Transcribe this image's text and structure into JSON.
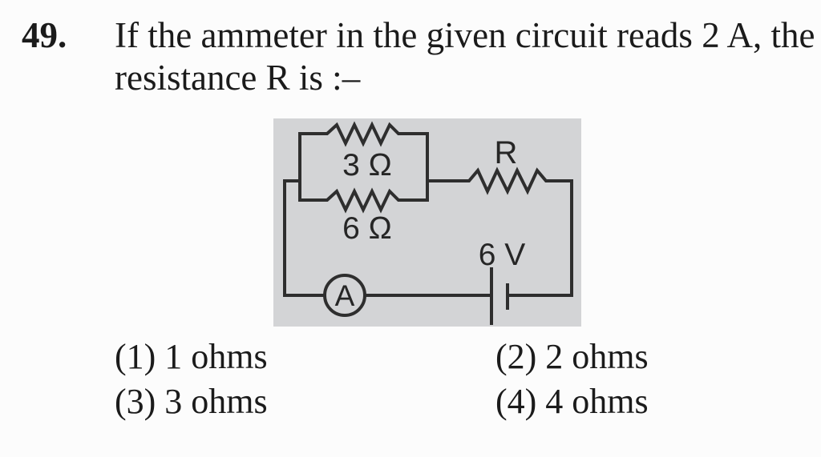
{
  "page": {
    "background": "#fcfcfc"
  },
  "question": {
    "number": "49.",
    "line1": "If the ammeter in the given circuit reads 2 A, the",
    "line2": "resistance R is :–"
  },
  "circuit": {
    "panel_bg": "#d3d4d6",
    "line_color": "#2e2e2e",
    "labels": {
      "parallel_resistor_top": "3 Ω",
      "parallel_resistor_bottom": "6 Ω",
      "series_resistor": "R",
      "battery_voltage": "6 V",
      "ammeter": "A"
    },
    "ammeter_reading": "2 A"
  },
  "options": [
    {
      "label": "(1) 1 ohms"
    },
    {
      "label": "(2) 2 ohms"
    },
    {
      "label": "(3) 3 ohms"
    },
    {
      "label": "(4) 4 ohms"
    }
  ]
}
